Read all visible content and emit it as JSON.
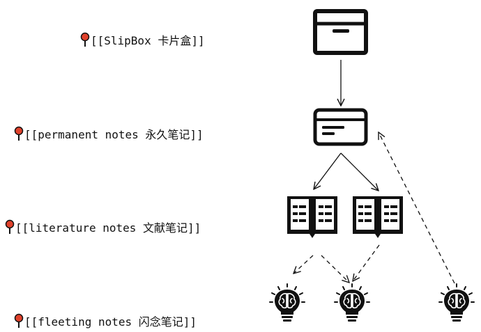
{
  "labels": {
    "slipbox": "[[SlipBox 卡片盒]]",
    "permanent": "[[permanent notes 永久笔记]]",
    "literature": "[[literature notes 文献笔记]]",
    "fleeting": "[[fleeting notes 闪念笔记]]"
  },
  "icons": {
    "pin": "pushpin-icon",
    "box": "archive-box-icon",
    "card": "card-icon",
    "book": "open-book-icon",
    "bulb": "lightbulb-brain-icon"
  },
  "colors": {
    "pin_head": "#e0412b",
    "stroke": "#111111"
  }
}
